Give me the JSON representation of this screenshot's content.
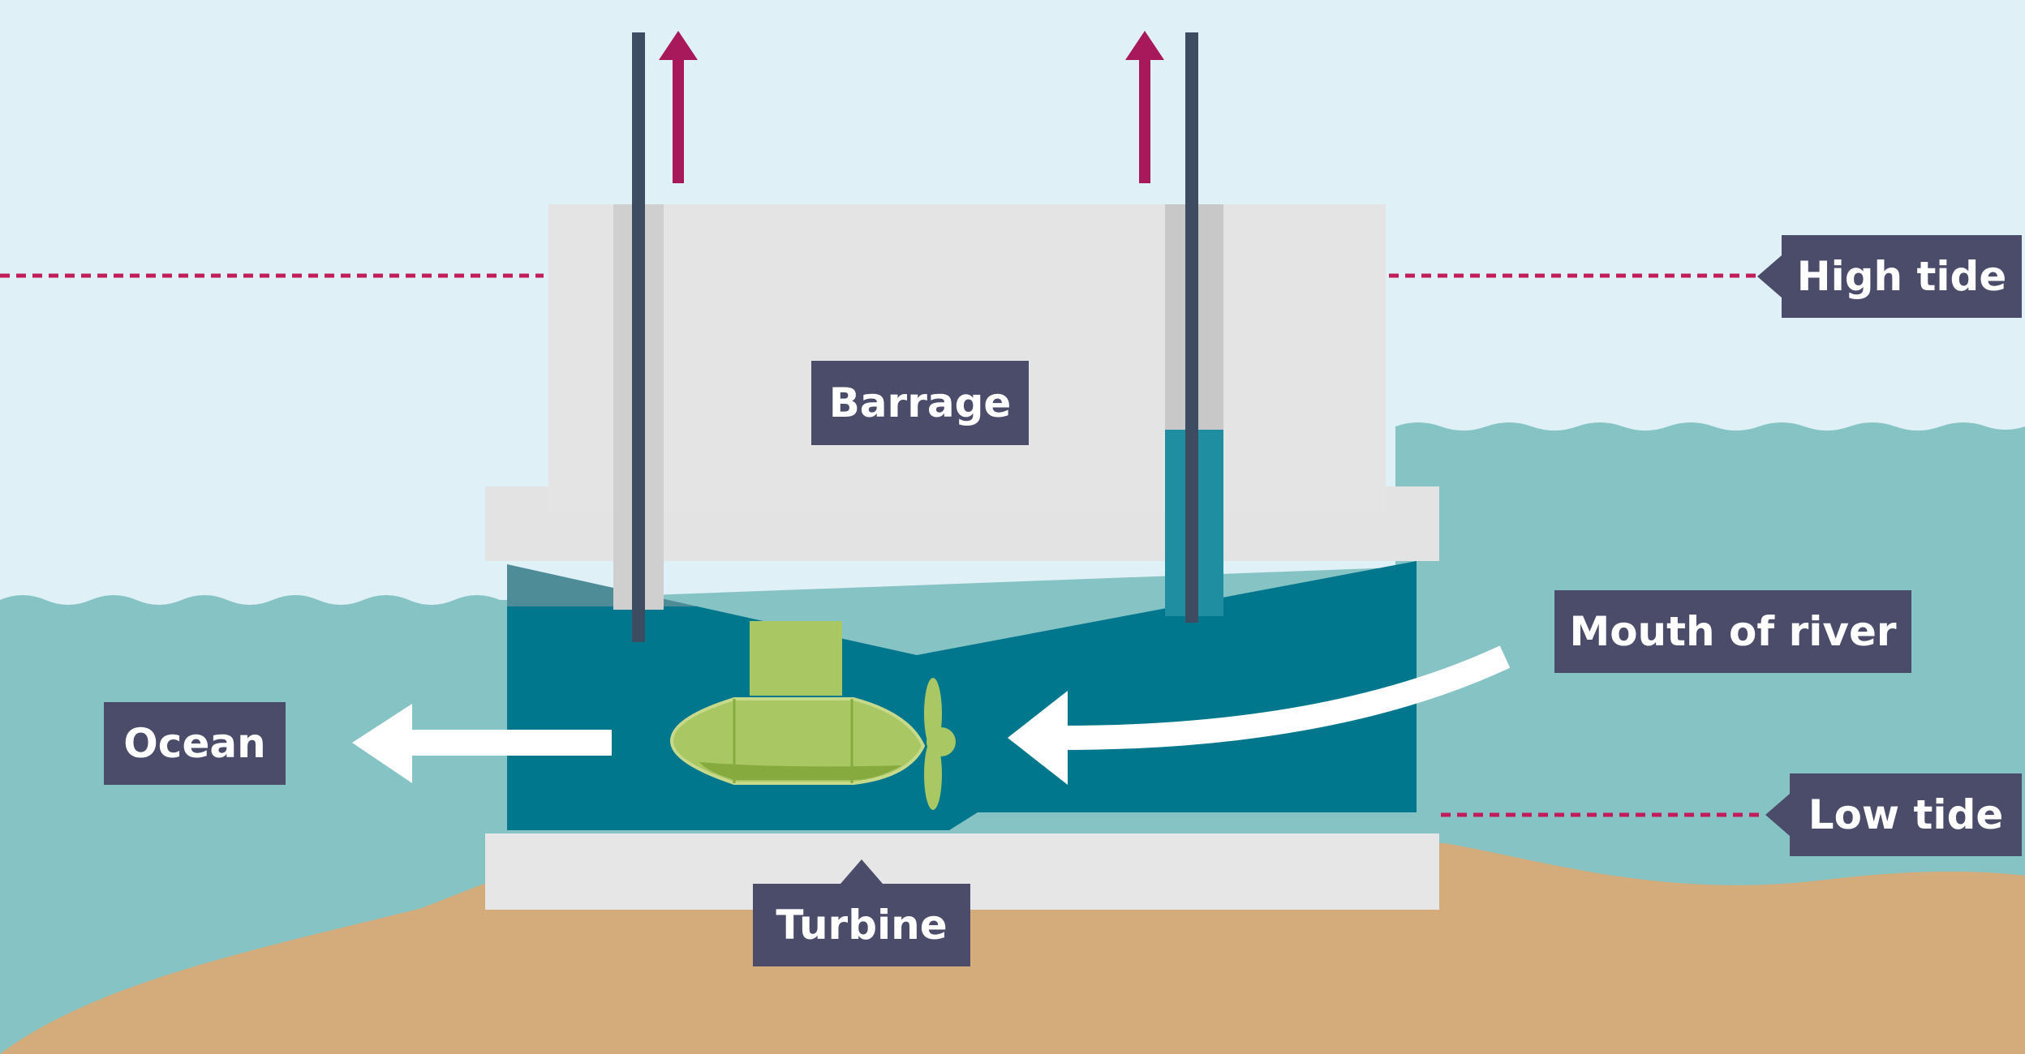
{
  "diagram": {
    "labels": {
      "barrage": "Barrage",
      "high_tide": "High tide",
      "mouth_of_river": "Mouth of river",
      "ocean": "Ocean",
      "low_tide": "Low tide",
      "turbine": "Turbine"
    },
    "colors": {
      "sky": "#dff0f7",
      "water": "#86c3c4",
      "channel": "#00778c",
      "sand": "#d4ab7a",
      "barrage": "#e3e3e3",
      "label_bg": "#4a4c6a",
      "tide_line": "#c21d5a",
      "gate_arrow": "#a7195b",
      "gate": "#3d4c60",
      "turbine": "#a9c763"
    }
  }
}
